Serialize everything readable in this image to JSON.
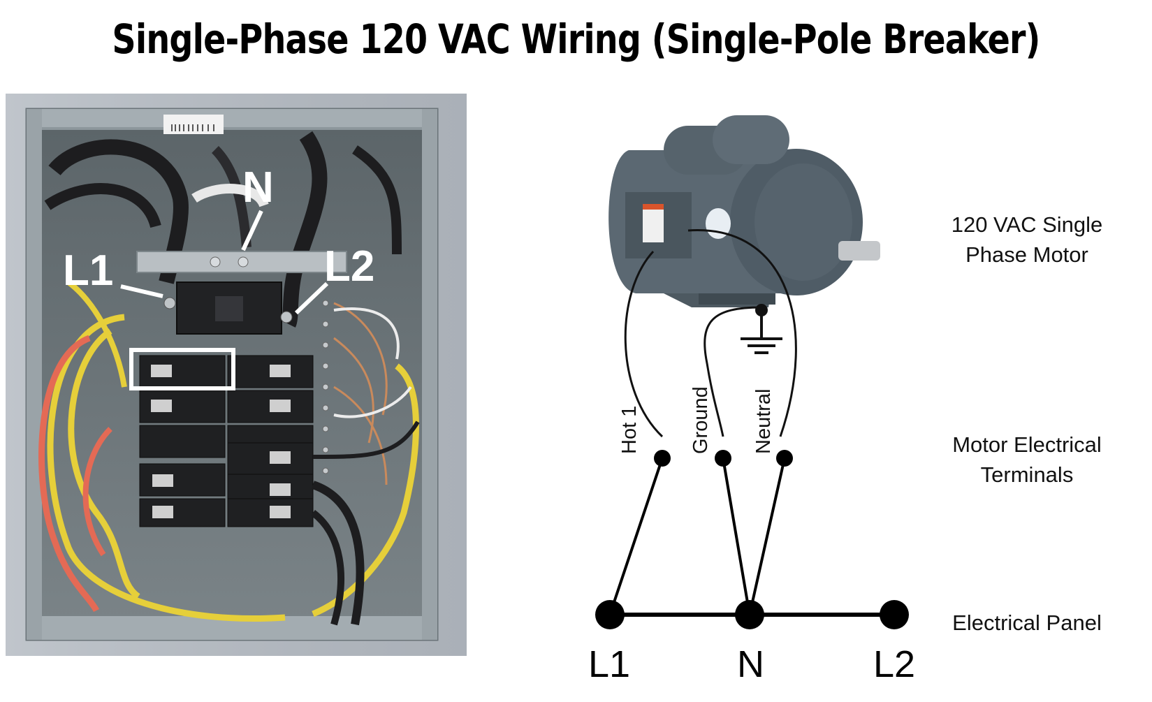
{
  "title": "Single-Phase 120 VAC Wiring (Single-Pole Breaker)",
  "photo": {
    "callouts": {
      "n": "N",
      "l1": "L1",
      "l2": "L2"
    }
  },
  "labels": {
    "motor": "120 VAC Single Phase Motor",
    "motor_line1": "120 VAC Single",
    "motor_line2": "Phase Motor",
    "terminals_line1": "Motor Electrical",
    "terminals_line2": "Terminals",
    "panel": "Electrical Panel"
  },
  "terminals": {
    "hot1": "Hot 1",
    "ground": "Ground",
    "neutral": "Neutral"
  },
  "panel_nodes": {
    "l1": "L1",
    "n": "N",
    "l2": "L2"
  },
  "colors": {
    "panel_gray": "#8c959b",
    "panel_interior": "#6a7378",
    "wall": "#b7bcc2",
    "motor": "#5a6872",
    "wire_yellow": "#e6cf3a",
    "wire_red": "#e46a55",
    "wire_black": "#1d1d1f",
    "copper": "#c98a5c"
  }
}
